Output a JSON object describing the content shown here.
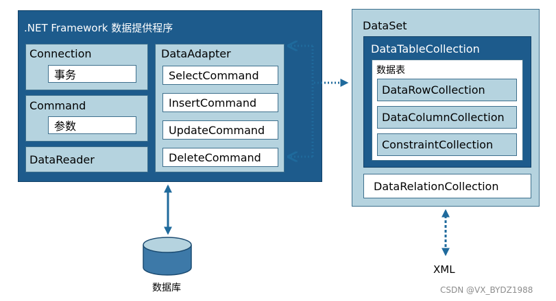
{
  "framework": {
    "title": ".NET Framework 数据提供程序",
    "connection": {
      "label": "Connection",
      "child": "事务"
    },
    "command": {
      "label": "Command",
      "child": "参数"
    },
    "datareader": {
      "label": "DataReader"
    },
    "dataadapter": {
      "label": "DataAdapter",
      "commands": [
        "SelectCommand",
        "InsertCommand",
        "UpdateCommand",
        "DeleteCommand"
      ]
    }
  },
  "dataset": {
    "title": "DataSet",
    "tablecollection": {
      "title": "DataTableCollection",
      "table": {
        "title": "数据表",
        "collections": [
          "DataRowCollection",
          "DataColumnCollection",
          "ConstraintCollection"
        ]
      }
    },
    "relation": "DataRelationCollection"
  },
  "database": {
    "label": "数据库"
  },
  "xml": {
    "label": "XML"
  },
  "watermark": "CSDN @VX_BYDZ1988",
  "colors": {
    "dark_box": "#1d5b8c",
    "light_box": "#b5d3df",
    "arrow": "#1f6a9c",
    "cylinder": "#3d79a8"
  }
}
